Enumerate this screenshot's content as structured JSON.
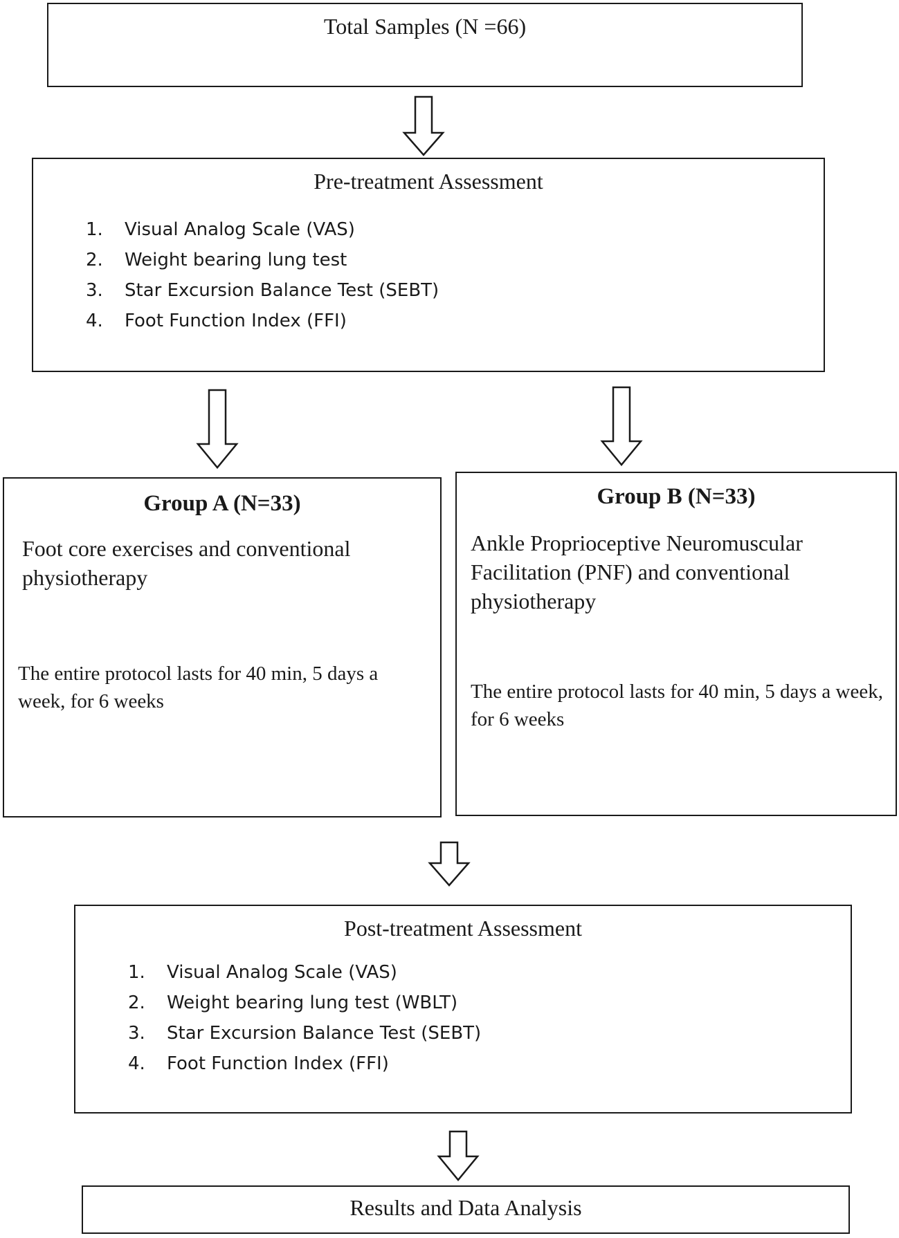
{
  "total": {
    "label": "Total Samples (N =66)"
  },
  "pre": {
    "title": "Pre-treatment Assessment",
    "items": [
      {
        "num": "1.",
        "text": "Visual Analog Scale (VAS)"
      },
      {
        "num": "2.",
        "text": "Weight bearing lung test"
      },
      {
        "num": "3.",
        "text": "Star Excursion Balance Test (SEBT)"
      },
      {
        "num": "4.",
        "text": "Foot Function Index (FFI)"
      }
    ]
  },
  "group_a": {
    "title": "Group A (N=33)",
    "description": "Foot core exercises and conventional physiotherapy",
    "protocol": "The entire protocol lasts for 40 min, 5 days a week, for 6 weeks"
  },
  "group_b": {
    "title": "Group B (N=33)",
    "description": "Ankle Proprioceptive Neuromuscular Facilitation (PNF) and conventional physiotherapy",
    "protocol": "The entire protocol lasts for 40 min, 5 days a week, for 6 weeks"
  },
  "post": {
    "title": "Post-treatment Assessment",
    "items": [
      {
        "num": "1.",
        "text": "Visual Analog Scale (VAS)"
      },
      {
        "num": "2.",
        "text": "Weight bearing lung test (WBLT)"
      },
      {
        "num": "3.",
        "text": "Star Excursion Balance Test (SEBT)"
      },
      {
        "num": "4.",
        "text": "Foot Function Index (FFI)"
      }
    ]
  },
  "results": {
    "label": "Results and Data Analysis"
  }
}
